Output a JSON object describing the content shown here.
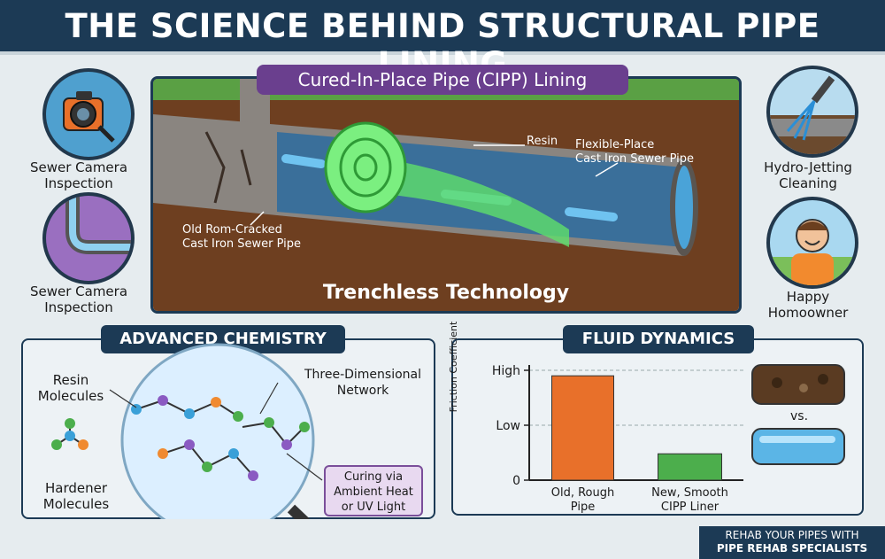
{
  "title": "THE SCIENCE BEHIND STRUCTURAL PIPE LINING",
  "left_column": [
    {
      "label_line1": "Sewer Camera",
      "label_line2": "Inspection",
      "icon": "camera-icon"
    },
    {
      "label_line1": "Sewer Camera",
      "label_line2": "Inspection",
      "icon": "pipe-bend-icon"
    }
  ],
  "right_column": [
    {
      "label_line1": "Hydro-Jetting",
      "label_line2": "Cleaning",
      "icon": "water-jet-icon"
    },
    {
      "label_line1": "Happy",
      "label_line2": "Homoowner",
      "icon": "homeowner-icon"
    }
  ],
  "cipp": {
    "tab": "Cured-In-Place Pipe (CIPP) Lining",
    "resin_label": "Resin",
    "flexible_line1": "Flexible-Place",
    "flexible_line2": "Cast Iron Sewer Pipe",
    "old_line1": "Old Rom-Cracked",
    "old_line2": "Cast Iron Sewer Pipe",
    "caption": "Trenchless Technology"
  },
  "chemistry": {
    "tab": "ADVANCED CHEMISTRY",
    "resin_line1": "Resin",
    "resin_line2": "Molecules",
    "hardener_line1": "Hardener",
    "hardener_line2": "Molecules",
    "network_line1": "Three-Dimensional",
    "network_line2": "Network",
    "curing_line1": "Curing via",
    "curing_line2": "Ambient Heat",
    "curing_line3": "or UV Light"
  },
  "fluid": {
    "tab": "FLUID DYNAMICS",
    "vs": "vs.",
    "y_label": "Friction Coefficient",
    "ticks": [
      "High",
      "Low",
      "0"
    ]
  },
  "chart_data": {
    "type": "bar",
    "categories": [
      "Old, Rough Pipe",
      "New, Smooth CIPP Liner"
    ],
    "category_lines": [
      [
        "Old, Rough",
        "Pipe"
      ],
      [
        "New, Smooth",
        "CIPP Liner"
      ]
    ],
    "values": [
      0.95,
      0.24
    ],
    "ylim": [
      0,
      1
    ],
    "y_tick_labels": [
      {
        "label": "0",
        "value": 0
      },
      {
        "label": "Low",
        "value": 0.5
      },
      {
        "label": "High",
        "value": 1
      }
    ],
    "ylabel": "Friction Coefficient",
    "colors": [
      "#e8702a",
      "#4cae4c"
    ],
    "grid": true
  },
  "footer": {
    "line1": "REHAB YOUR PIPES WITH",
    "line2": "PIPE REHAB SPECIALISTS"
  },
  "colors": {
    "navy": "#1c3a55",
    "purple": "#6a3f8e",
    "resin_green": "#5fe06a",
    "water_blue": "#4aa3d8"
  }
}
